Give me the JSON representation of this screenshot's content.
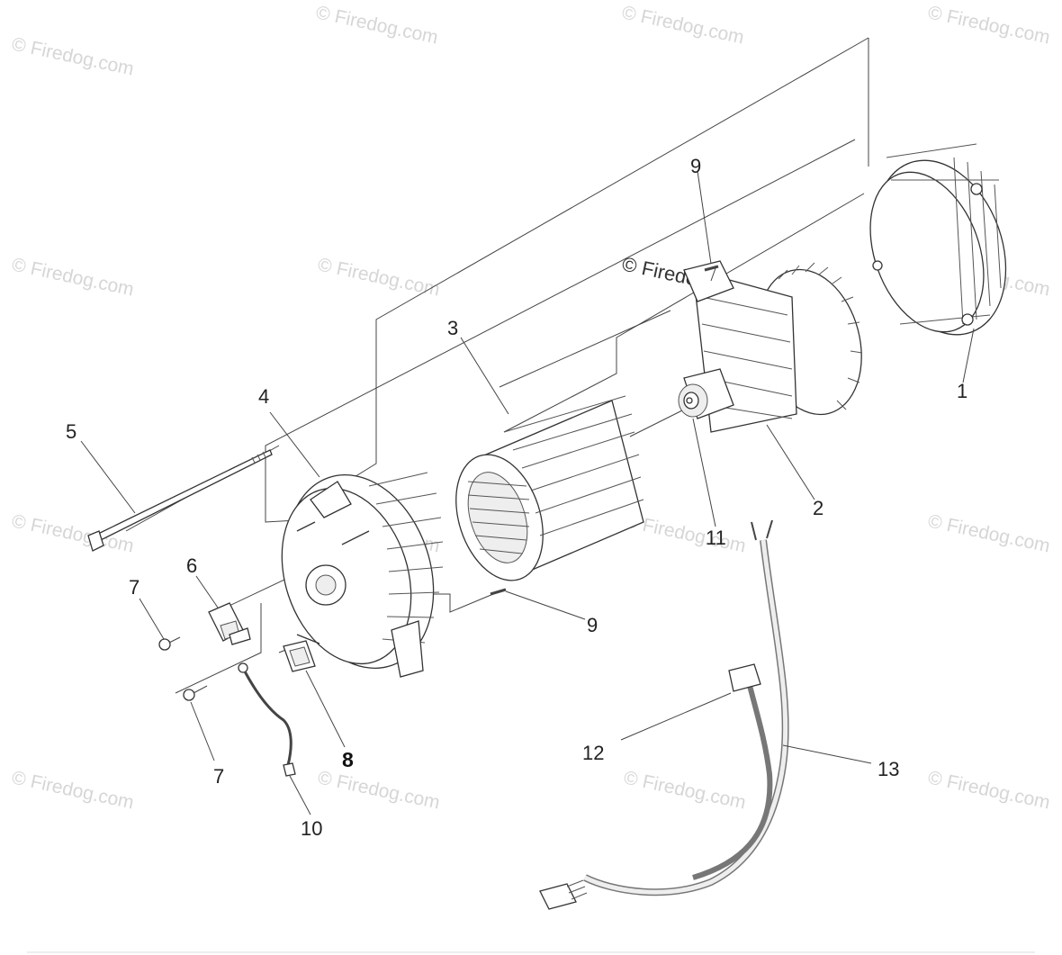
{
  "watermarks": {
    "text": "© Firedog.com",
    "center_text": "© Firedog.com"
  },
  "callouts": {
    "p1": "1",
    "p2": "2",
    "p3": "3",
    "p4": "4",
    "p5": "5",
    "p6": "6",
    "p7a": "7",
    "p7b": "7",
    "p8": "8",
    "p9a": "9",
    "p9b": "9",
    "p10": "10",
    "p11": "11",
    "p12": "12",
    "p13": "13"
  },
  "colors": {
    "line": "#444444",
    "watermark": "#d6d6d6",
    "background": "#ffffff"
  }
}
